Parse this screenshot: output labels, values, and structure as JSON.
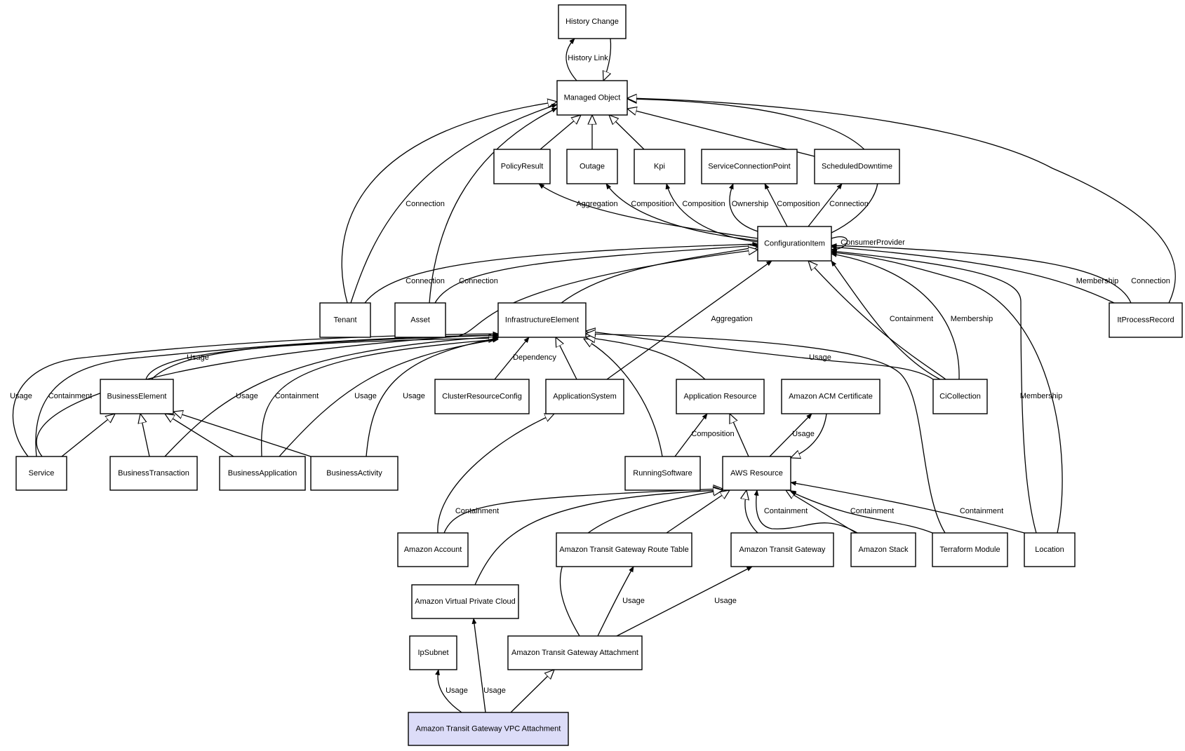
{
  "diagram": {
    "title": "Class relationship graph",
    "selected_node": "Amazon Transit Gateway VPC Attachment",
    "highlight_color": "#dcdcf8",
    "nodes": [
      {
        "id": "history_change",
        "label": "History Change"
      },
      {
        "id": "managed_object",
        "label": "Managed Object"
      },
      {
        "id": "policy_result",
        "label": "PolicyResult"
      },
      {
        "id": "outage",
        "label": "Outage"
      },
      {
        "id": "kpi",
        "label": "Kpi"
      },
      {
        "id": "scp",
        "label": "ServiceConnectionPoint"
      },
      {
        "id": "scheduled_downtime",
        "label": "ScheduledDowntime"
      },
      {
        "id": "configuration_item",
        "label": "ConfigurationItem"
      },
      {
        "id": "tenant",
        "label": "Tenant"
      },
      {
        "id": "asset",
        "label": "Asset"
      },
      {
        "id": "infrastructure_element",
        "label": "InfrastructureElement"
      },
      {
        "id": "it_process_record",
        "label": "ItProcessRecord"
      },
      {
        "id": "business_element",
        "label": "BusinessElement"
      },
      {
        "id": "cluster_resource_config",
        "label": "ClusterResourceConfig"
      },
      {
        "id": "application_system",
        "label": "ApplicationSystem"
      },
      {
        "id": "application_resource",
        "label": "Application Resource"
      },
      {
        "id": "amazon_acm_certificate",
        "label": "Amazon ACM Certificate"
      },
      {
        "id": "ci_collection",
        "label": "CiCollection"
      },
      {
        "id": "service",
        "label": "Service"
      },
      {
        "id": "business_transaction",
        "label": "BusinessTransaction"
      },
      {
        "id": "business_application",
        "label": "BusinessApplication"
      },
      {
        "id": "business_activity",
        "label": "BusinessActivity"
      },
      {
        "id": "running_software",
        "label": "RunningSoftware"
      },
      {
        "id": "aws_resource",
        "label": "AWS Resource"
      },
      {
        "id": "amazon_account",
        "label": "Amazon Account"
      },
      {
        "id": "tgw_route_table",
        "label": "Amazon Transit Gateway Route Table"
      },
      {
        "id": "amazon_transit_gateway",
        "label": "Amazon Transit Gateway"
      },
      {
        "id": "amazon_stack",
        "label": "Amazon Stack"
      },
      {
        "id": "terraform_module",
        "label": "Terraform Module"
      },
      {
        "id": "location",
        "label": "Location"
      },
      {
        "id": "amazon_vpc",
        "label": "Amazon Virtual Private Cloud"
      },
      {
        "id": "ip_subnet",
        "label": "IpSubnet"
      },
      {
        "id": "tgw_attachment",
        "label": "Amazon Transit Gateway Attachment"
      },
      {
        "id": "tgw_vpc_attachment",
        "label": "Amazon Transit Gateway VPC Attachment"
      }
    ],
    "edges": [
      {
        "id": "e1",
        "from": "managed_object",
        "to": "history_change",
        "label": "History Link",
        "kind": "association"
      },
      {
        "id": "e2",
        "from": "history_change",
        "to": "managed_object",
        "label": "",
        "kind": "inheritance"
      },
      {
        "id": "e3",
        "from": "policy_result",
        "to": "managed_object",
        "label": "",
        "kind": "inheritance"
      },
      {
        "id": "e4",
        "from": "outage",
        "to": "managed_object",
        "label": "",
        "kind": "inheritance"
      },
      {
        "id": "e5",
        "from": "kpi",
        "to": "managed_object",
        "label": "",
        "kind": "inheritance"
      },
      {
        "id": "e6",
        "from": "scheduled_downtime",
        "to": "managed_object",
        "label": "",
        "kind": "inheritance"
      },
      {
        "id": "e7",
        "from": "configuration_item",
        "to": "managed_object",
        "label": "",
        "kind": "inheritance"
      },
      {
        "id": "e8",
        "from": "tenant",
        "to": "managed_object",
        "label": "",
        "kind": "inheritance"
      },
      {
        "id": "e9",
        "from": "tenant",
        "to": "managed_object",
        "label": "Connection",
        "kind": "association"
      },
      {
        "id": "e10",
        "from": "asset",
        "to": "managed_object",
        "label": "",
        "kind": "association"
      },
      {
        "id": "e11",
        "from": "it_process_record",
        "to": "managed_object",
        "label": "",
        "kind": "inheritance"
      },
      {
        "id": "e12",
        "from": "configuration_item",
        "to": "policy_result",
        "label": "Aggregation",
        "kind": "association"
      },
      {
        "id": "e13",
        "from": "configuration_item",
        "to": "outage",
        "label": "Composition",
        "kind": "association"
      },
      {
        "id": "e14",
        "from": "configuration_item",
        "to": "kpi",
        "label": "Composition",
        "kind": "association"
      },
      {
        "id": "e15",
        "from": "configuration_item",
        "to": "scp",
        "label": "Ownership",
        "kind": "association"
      },
      {
        "id": "e16",
        "from": "configuration_item",
        "to": "scp",
        "label": "Composition",
        "kind": "association"
      },
      {
        "id": "e17",
        "from": "configuration_item",
        "to": "scheduled_downtime",
        "label": "Connection",
        "kind": "association"
      },
      {
        "id": "e18",
        "from": "configuration_item",
        "to": "configuration_item",
        "label": "ConsumerProvider",
        "kind": "association"
      },
      {
        "id": "e19",
        "from": "tenant",
        "to": "configuration_item",
        "label": "Connection",
        "kind": "association"
      },
      {
        "id": "e20",
        "from": "asset",
        "to": "configuration_item",
        "label": "Connection",
        "kind": "association"
      },
      {
        "id": "e21",
        "from": "infrastructure_element",
        "to": "configuration_item",
        "label": "",
        "kind": "inheritance"
      },
      {
        "id": "e22",
        "from": "service",
        "to": "configuration_item",
        "label": "",
        "kind": "inheritance"
      },
      {
        "id": "e23",
        "from": "application_system",
        "to": "configuration_item",
        "label": "Aggregation",
        "kind": "association"
      },
      {
        "id": "e24",
        "from": "ci_collection",
        "to": "configuration_item",
        "label": "",
        "kind": "inheritance"
      },
      {
        "id": "e25",
        "from": "ci_collection",
        "to": "configuration_item",
        "label": "Containment",
        "kind": "association"
      },
      {
        "id": "e26",
        "from": "ci_collection",
        "to": "configuration_item",
        "label": "Membership",
        "kind": "association"
      },
      {
        "id": "e27",
        "from": "location",
        "to": "configuration_item",
        "label": "Membership",
        "kind": "association"
      },
      {
        "id": "e28",
        "from": "location",
        "to": "configuration_item",
        "label": "",
        "kind": "association"
      },
      {
        "id": "e29",
        "from": "it_process_record",
        "to": "configuration_item",
        "label": "Membership",
        "kind": "association"
      },
      {
        "id": "e30",
        "from": "it_process_record",
        "to": "configuration_item",
        "label": "Connection",
        "kind": "association"
      },
      {
        "id": "e31",
        "from": "business_element",
        "to": "infrastructure_element",
        "label": "",
        "kind": "inheritance"
      },
      {
        "id": "e32",
        "from": "business_element",
        "to": "infrastructure_element",
        "label": "Usage",
        "kind": "association"
      },
      {
        "id": "e33",
        "from": "service",
        "to": "infrastructure_element",
        "label": "Usage",
        "kind": "association"
      },
      {
        "id": "e34",
        "from": "service",
        "to": "infrastructure_element",
        "label": "Containment",
        "kind": "association"
      },
      {
        "id": "e35",
        "from": "business_transaction",
        "to": "infrastructure_element",
        "label": "Usage",
        "kind": "association"
      },
      {
        "id": "e36",
        "from": "business_application",
        "to": "infrastructure_element",
        "label": "Containment",
        "kind": "association"
      },
      {
        "id": "e37",
        "from": "business_application",
        "to": "infrastructure_element",
        "label": "Usage",
        "kind": "association"
      },
      {
        "id": "e38",
        "from": "business_activity",
        "to": "infrastructure_element",
        "label": "Usage",
        "kind": "association"
      },
      {
        "id": "e39",
        "from": "cluster_resource_config",
        "to": "infrastructure_element",
        "label": "Dependency",
        "kind": "association"
      },
      {
        "id": "e40",
        "from": "application_system",
        "to": "infrastructure_element",
        "label": "",
        "kind": "inheritance"
      },
      {
        "id": "e41",
        "from": "running_software",
        "to": "infrastructure_element",
        "label": "",
        "kind": "inheritance"
      },
      {
        "id": "e42",
        "from": "application_resource",
        "to": "infrastructure_element",
        "label": "",
        "kind": "inheritance"
      },
      {
        "id": "e43",
        "from": "ci_collection",
        "to": "infrastructure_element",
        "label": "Usage",
        "kind": "inheritance"
      },
      {
        "id": "e44",
        "from": "terraform_module",
        "to": "infrastructure_element",
        "label": "",
        "kind": "inheritance"
      },
      {
        "id": "e45",
        "from": "service",
        "to": "business_element",
        "label": "",
        "kind": "inheritance"
      },
      {
        "id": "e46",
        "from": "business_transaction",
        "to": "business_element",
        "label": "",
        "kind": "inheritance"
      },
      {
        "id": "e47",
        "from": "business_application",
        "to": "business_element",
        "label": "",
        "kind": "inheritance"
      },
      {
        "id": "e48",
        "from": "business_activity",
        "to": "business_element",
        "label": "",
        "kind": "inheritance"
      },
      {
        "id": "e49",
        "from": "amazon_account",
        "to": "application_system",
        "label": "",
        "kind": "inheritance"
      },
      {
        "id": "e50",
        "from": "running_software",
        "to": "application_resource",
        "label": "Composition",
        "kind": "association"
      },
      {
        "id": "e51",
        "from": "aws_resource",
        "to": "application_resource",
        "label": "",
        "kind": "inheritance"
      },
      {
        "id": "e52",
        "from": "aws_resource",
        "to": "amazon_acm_certificate",
        "label": "Usage",
        "kind": "association"
      },
      {
        "id": "e53",
        "from": "amazon_acm_certificate",
        "to": "aws_resource",
        "label": "",
        "kind": "inheritance"
      },
      {
        "id": "e54",
        "from": "amazon_account",
        "to": "aws_resource",
        "label": "Containment",
        "kind": "inheritance"
      },
      {
        "id": "e55",
        "from": "amazon_vpc",
        "to": "aws_resource",
        "label": "",
        "kind": "inheritance"
      },
      {
        "id": "e56",
        "from": "tgw_attachment",
        "to": "aws_resource",
        "label": "",
        "kind": "inheritance"
      },
      {
        "id": "e57",
        "from": "tgw_route_table",
        "to": "aws_resource",
        "label": "",
        "kind": "inheritance"
      },
      {
        "id": "e58",
        "from": "amazon_transit_gateway",
        "to": "aws_resource",
        "label": "",
        "kind": "inheritance"
      },
      {
        "id": "e59",
        "from": "amazon_stack",
        "to": "aws_resource",
        "label": "Containment",
        "kind": "association"
      },
      {
        "id": "e60",
        "from": "amazon_stack",
        "to": "aws_resource",
        "label": "",
        "kind": "inheritance"
      },
      {
        "id": "e61",
        "from": "terraform_module",
        "to": "aws_resource",
        "label": "Containment",
        "kind": "association"
      },
      {
        "id": "e62",
        "from": "location",
        "to": "aws_resource",
        "label": "Containment",
        "kind": "association"
      },
      {
        "id": "e63",
        "from": "tgw_attachment",
        "to": "tgw_route_table",
        "label": "Usage",
        "kind": "association"
      },
      {
        "id": "e64",
        "from": "tgw_attachment",
        "to": "amazon_transit_gateway",
        "label": "Usage",
        "kind": "association"
      },
      {
        "id": "e65",
        "from": "tgw_vpc_attachment",
        "to": "ip_subnet",
        "label": "Usage",
        "kind": "association"
      },
      {
        "id": "e66",
        "from": "tgw_vpc_attachment",
        "to": "amazon_vpc",
        "label": "Usage",
        "kind": "association"
      },
      {
        "id": "e67",
        "from": "tgw_vpc_attachment",
        "to": "tgw_attachment",
        "label": "",
        "kind": "inheritance"
      }
    ]
  }
}
